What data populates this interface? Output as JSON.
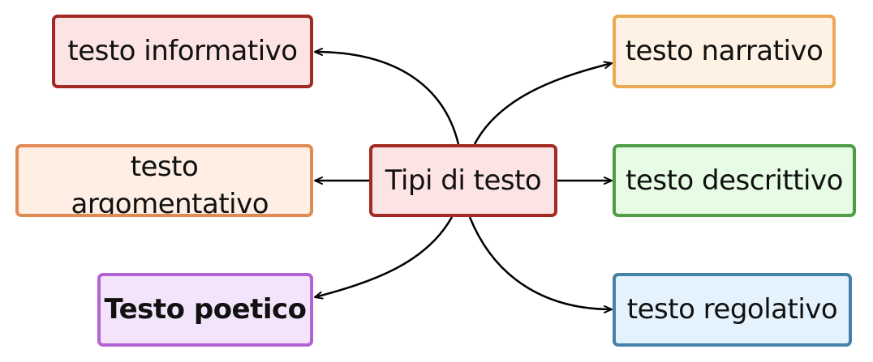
{
  "diagram": {
    "center": {
      "label": "Tipi di testo",
      "fill": "#fde4e4",
      "border": "#a32a24"
    },
    "branches": [
      {
        "id": "informativo",
        "label": "testo informativo",
        "fill": "#fde4e4",
        "border": "#a32a24"
      },
      {
        "id": "argomentativo",
        "label": "testo argomentativo",
        "fill": "#feeee4",
        "border": "#df8b52"
      },
      {
        "id": "poetico",
        "label": "Testo poetico",
        "fill": "#f3e4fc",
        "border": "#b362d3"
      },
      {
        "id": "narrativo",
        "label": "testo narrativo",
        "fill": "#fef2e4",
        "border": "#eba953"
      },
      {
        "id": "descrittivo",
        "label": "testo descrittivo",
        "fill": "#e6fce4",
        "border": "#4f9d47"
      },
      {
        "id": "regolativo",
        "label": "testo regolativo",
        "fill": "#e3f2fc",
        "border": "#4582a8"
      }
    ],
    "connector_color": "#000000"
  }
}
